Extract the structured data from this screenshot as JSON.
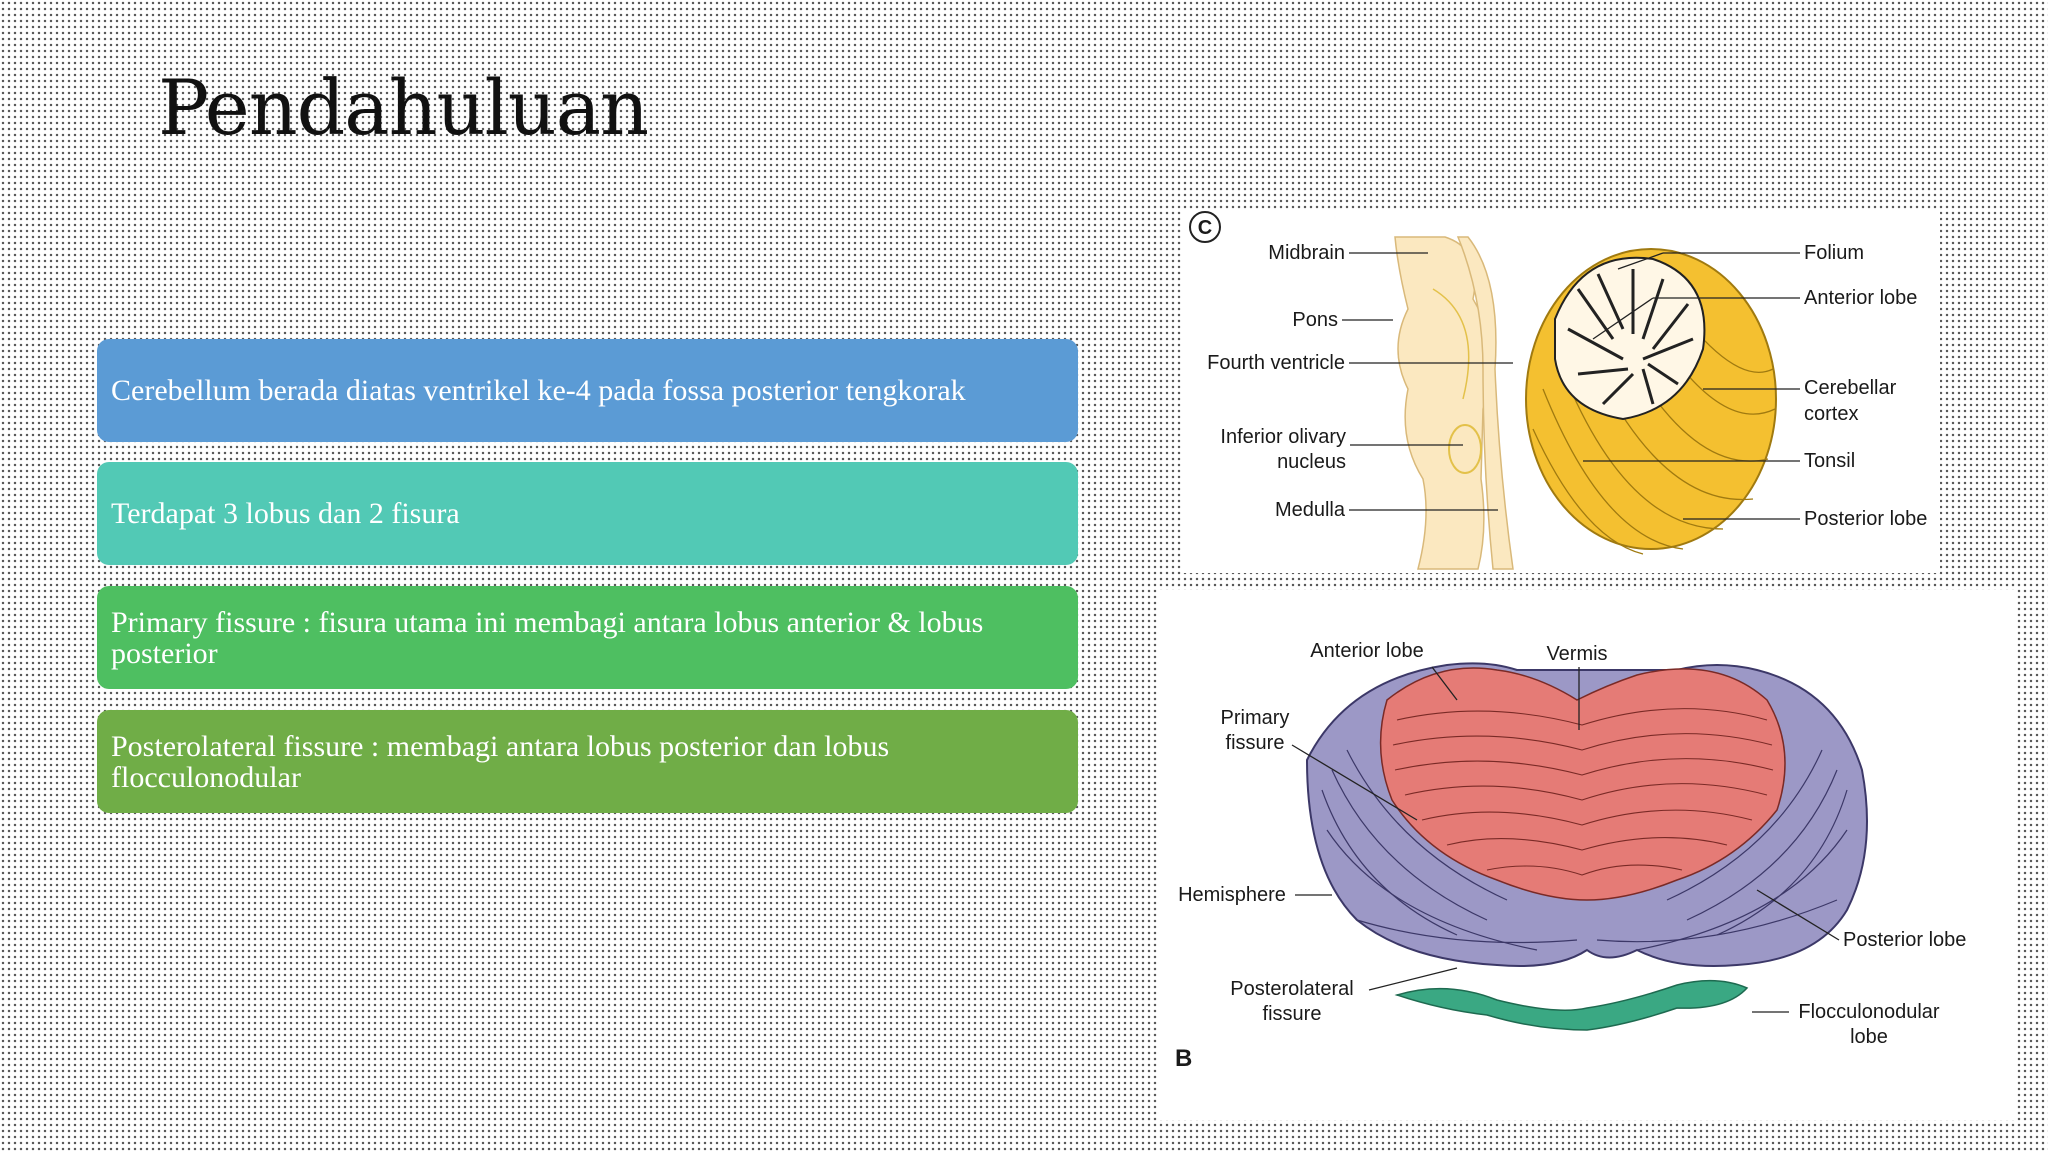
{
  "slide": {
    "title": "Pendahuluan",
    "bullets": [
      "Cerebellum berada diatas ventrikel ke-4 pada fossa posterior tengkorak",
      "Terdapat 3 lobus dan 2 fisura",
      "Primary fissure : fisura utama ini membagi antara lobus anterior & lobus posterior",
      "Posterolateral fissure : membagi antara lobus posterior dan lobus flocculonodular"
    ]
  },
  "figure_c": {
    "panel_letter": "C",
    "labels": {
      "midbrain": "Midbrain",
      "pons": "Pons",
      "fourth_ventricle": "Fourth ventricle",
      "inferior_olivary_1": "Inferior olivary",
      "inferior_olivary_2": "nucleus",
      "medulla": "Medulla",
      "folium": "Folium",
      "anterior_lobe": "Anterior lobe",
      "cerebellar_cortex_1": "Cerebellar",
      "cerebellar_cortex_2": "cortex",
      "tonsil": "Tonsil",
      "posterior_lobe": "Posterior lobe"
    }
  },
  "figure_b": {
    "panel_letter": "B",
    "labels": {
      "anterior_lobe": "Anterior lobe",
      "vermis": "Vermis",
      "primary_fissure_1": "Primary",
      "primary_fissure_2": "fissure",
      "hemisphere": "Hemisphere",
      "posterolateral_1": "Posterolateral",
      "posterolateral_2": "fissure",
      "posterior_lobe": "Posterior lobe",
      "flocculonodular_1": "Flocculonodular",
      "flocculonodular_2": "lobe"
    }
  },
  "colors": {
    "bullet_1": "#5b9bd5",
    "bullet_2": "#52c9b5",
    "bullet_3": "#4ebf61",
    "bullet_4": "#70ad47",
    "anterior_lobe_fill": "#e57b76",
    "posterior_lobe_fill": "#9c98c6",
    "flocculonodular_fill": "#3aa883",
    "cerebellum_sagittal_fill": "#f4c030",
    "brainstem_fill": "#fbe8c0"
  }
}
